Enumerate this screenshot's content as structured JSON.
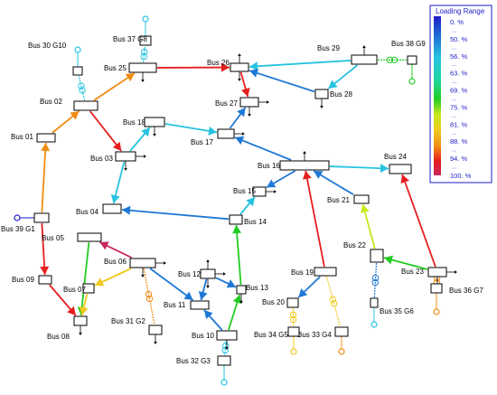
{
  "legend": {
    "title": "Loading Range",
    "ticks": [
      {
        "label": "0. %",
        "color": "#1e1ec8"
      },
      {
        "label": "50. %",
        "color": "#1f78d6"
      },
      {
        "label": "56. %",
        "color": "#27c3e0"
      },
      {
        "label": "63. %",
        "color": "#1ed6a0"
      },
      {
        "label": "69. %",
        "color": "#22cc22"
      },
      {
        "label": "75. %",
        "color": "#c8e81e"
      },
      {
        "label": "81. %",
        "color": "#f0c81e"
      },
      {
        "label": "88. %",
        "color": "#f08c14"
      },
      {
        "label": "94. %",
        "color": "#e61e1e"
      },
      {
        "label": "100. %",
        "color": "#c8285a"
      }
    ]
  },
  "buses": [
    {
      "id": "b01",
      "label": "Bus 01"
    },
    {
      "id": "b02",
      "label": "Bus 02"
    },
    {
      "id": "b03",
      "label": "Bus 03"
    },
    {
      "id": "b04",
      "label": "Bus 04"
    },
    {
      "id": "b05",
      "label": "Bus 05"
    },
    {
      "id": "b06",
      "label": "Bus 06"
    },
    {
      "id": "b07",
      "label": "Bus 07"
    },
    {
      "id": "b08",
      "label": "Bus 08"
    },
    {
      "id": "b09",
      "label": "Bus 09"
    },
    {
      "id": "b10",
      "label": "Bus 10"
    },
    {
      "id": "b11",
      "label": "Bus 11"
    },
    {
      "id": "b12",
      "label": "Bus 12"
    },
    {
      "id": "b13",
      "label": "Bus 13"
    },
    {
      "id": "b14",
      "label": "Bus 14"
    },
    {
      "id": "b15",
      "label": "Bus 15"
    },
    {
      "id": "b16",
      "label": "Bus 16"
    },
    {
      "id": "b17",
      "label": "Bus 17"
    },
    {
      "id": "b18",
      "label": "Bus 18"
    },
    {
      "id": "b19",
      "label": "Bus 19"
    },
    {
      "id": "b20",
      "label": "Bus 20"
    },
    {
      "id": "b21",
      "label": "Bus 21"
    },
    {
      "id": "b22",
      "label": "Bus 22"
    },
    {
      "id": "b23",
      "label": "Bus 23"
    },
    {
      "id": "b24",
      "label": "Bus 24"
    },
    {
      "id": "b25",
      "label": "Bus 25"
    },
    {
      "id": "b26",
      "label": "Bus 26"
    },
    {
      "id": "b27",
      "label": "Bus 27"
    },
    {
      "id": "b28",
      "label": "Bus 28"
    },
    {
      "id": "b29",
      "label": "Bus 29"
    },
    {
      "id": "g30",
      "label": "Bus 30 G10"
    },
    {
      "id": "g31",
      "label": "Bus 31 G2"
    },
    {
      "id": "g32",
      "label": "Bus 32 G3"
    },
    {
      "id": "g33",
      "label": "Bus 33 G4"
    },
    {
      "id": "g34",
      "label": "Bus 34 G5"
    },
    {
      "id": "g35",
      "label": "Bus 35 G6"
    },
    {
      "id": "g36",
      "label": "Bus 36 G7"
    },
    {
      "id": "g37",
      "label": "Bus 37 G8"
    },
    {
      "id": "g38",
      "label": "Bus 38 G9"
    },
    {
      "id": "g39",
      "label": "Bus 39 G1"
    }
  ],
  "lines": [
    {
      "from": "b02",
      "to": "b25",
      "color": "#f08c14"
    },
    {
      "from": "b25",
      "to": "b26",
      "color": "#e61e1e"
    },
    {
      "from": "b29",
      "to": "b26",
      "color": "#27c3e0"
    },
    {
      "from": "b28",
      "to": "b26",
      "color": "#1f78d6"
    },
    {
      "from": "b29",
      "to": "b28",
      "color": "#27c3e0"
    },
    {
      "from": "b26",
      "to": "b27",
      "color": "#e61e1e"
    },
    {
      "from": "b17",
      "to": "b27",
      "color": "#1f78d6"
    },
    {
      "from": "b18",
      "to": "b17",
      "color": "#27c3e0"
    },
    {
      "from": "b16",
      "to": "b17",
      "color": "#1f78d6"
    },
    {
      "from": "b02",
      "to": "b03",
      "color": "#e61e1e"
    },
    {
      "from": "b01",
      "to": "b02",
      "color": "#f08c14"
    },
    {
      "from": "b39",
      "to": "b01",
      "color": "#f08c14"
    },
    {
      "from": "b39",
      "to": "b09",
      "color": "#e61e1e"
    },
    {
      "from": "b09",
      "to": "b08",
      "color": "#e61e1e"
    },
    {
      "from": "b03",
      "to": "b18",
      "color": "#27c3e0"
    },
    {
      "from": "b03",
      "to": "b04",
      "color": "#27c3e0"
    },
    {
      "from": "b14",
      "to": "b04",
      "color": "#1f78d6"
    },
    {
      "from": "b16",
      "to": "b15",
      "color": "#1f78d6"
    },
    {
      "from": "b14",
      "to": "b15",
      "color": "#27c3e0"
    },
    {
      "from": "b16",
      "to": "b24",
      "color": "#27c3e0"
    },
    {
      "from": "b21",
      "to": "b16",
      "color": "#1f78d6"
    },
    {
      "from": "b19",
      "to": "b16",
      "color": "#e61e1e"
    },
    {
      "from": "b22",
      "to": "b21",
      "color": "#c8e81e"
    },
    {
      "from": "b23",
      "to": "b22",
      "color": "#22cc22"
    },
    {
      "from": "b23",
      "to": "b24",
      "color": "#e61e1e"
    },
    {
      "from": "b05",
      "to": "b08",
      "color": "#22cc22"
    },
    {
      "from": "b06",
      "to": "b05",
      "color": "#c8285a"
    },
    {
      "from": "b06",
      "to": "b07",
      "color": "#f0c81e"
    },
    {
      "from": "b07",
      "to": "b08",
      "color": "#f0c81e"
    },
    {
      "from": "b06",
      "to": "b11",
      "color": "#1f78d6"
    },
    {
      "from": "b10",
      "to": "b11",
      "color": "#1f78d6"
    },
    {
      "from": "b10",
      "to": "b13",
      "color": "#22cc22"
    },
    {
      "from": "b13",
      "to": "b14",
      "color": "#22cc22"
    },
    {
      "from": "b12",
      "to": "b11",
      "color": "#1f78d6"
    },
    {
      "from": "b12",
      "to": "b13",
      "color": "#1f78d6"
    },
    {
      "from": "b19",
      "to": "b20",
      "color": "#1f78d6"
    },
    {
      "from": "b19",
      "to": "g33",
      "color": "#f0c81e"
    },
    {
      "from": "b20",
      "to": "g34",
      "color": "#f0c81e"
    },
    {
      "from": "b22",
      "to": "g35",
      "color": "#1f78d6"
    },
    {
      "from": "b23",
      "to": "g36",
      "color": "#f08c14"
    },
    {
      "from": "b29",
      "to": "g38",
      "color": "#22cc22"
    },
    {
      "from": "b25",
      "to": "g37",
      "color": "#27c3e0"
    },
    {
      "from": "b02",
      "to": "g30",
      "color": "#27c3e0"
    },
    {
      "from": "b06",
      "to": "g31",
      "color": "#f08c14"
    },
    {
      "from": "b10",
      "to": "g32",
      "color": "#27c3e0"
    }
  ]
}
